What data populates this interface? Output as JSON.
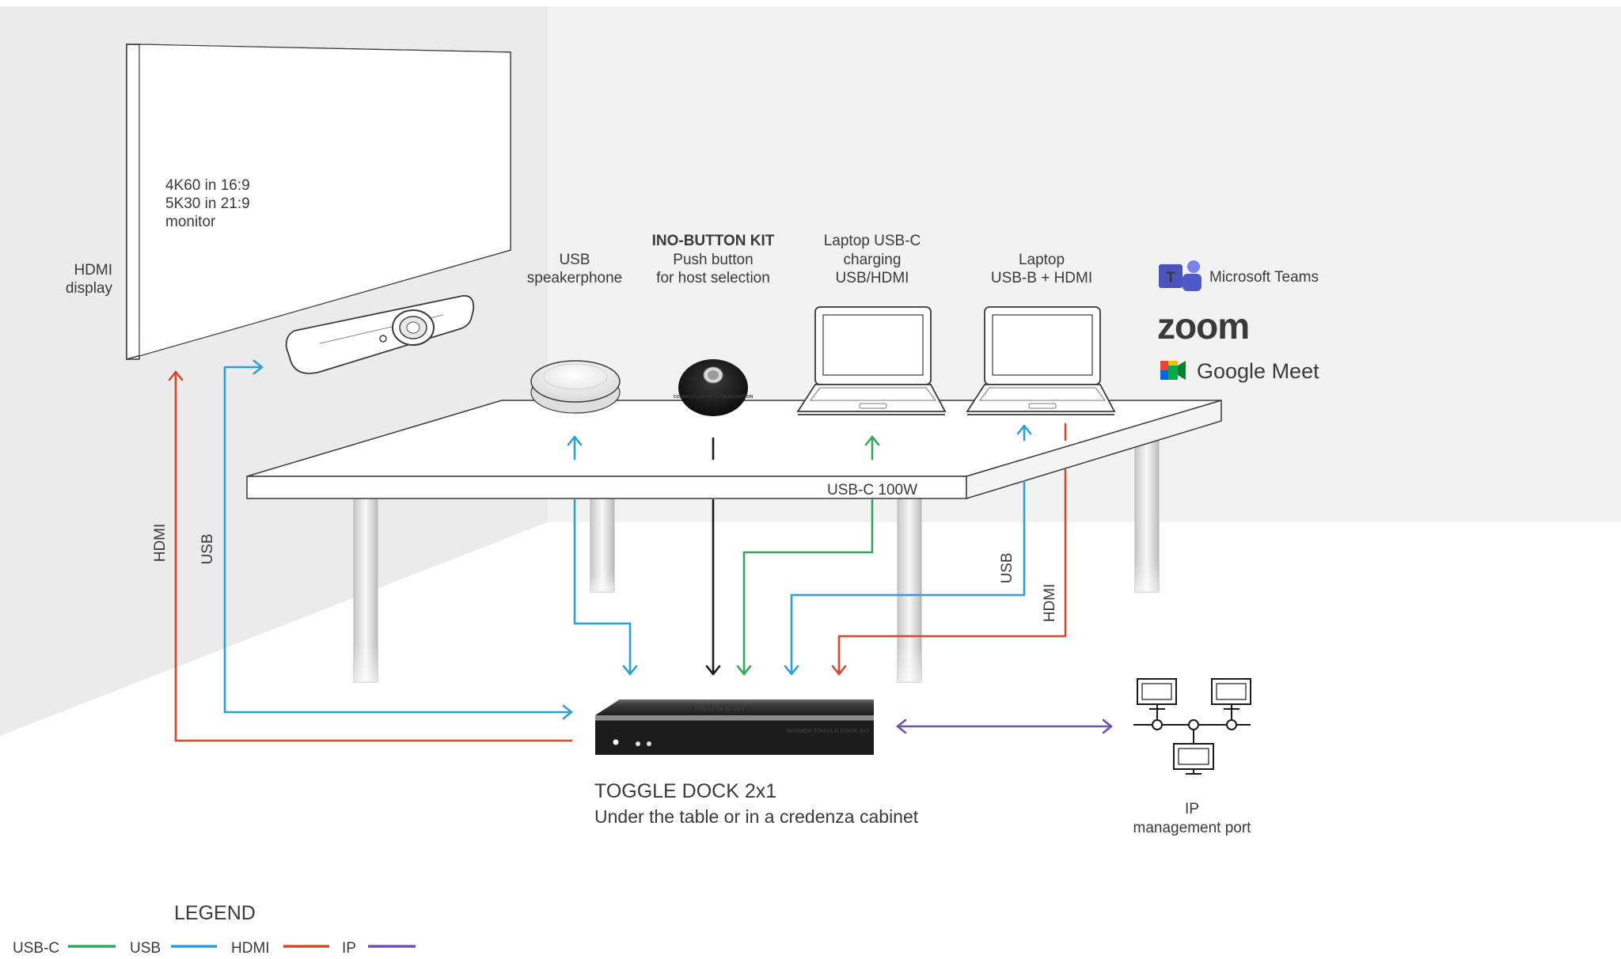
{
  "colors": {
    "usb_c": "#2fa85a",
    "usb": "#2a9fd8",
    "hdmi": "#d9482b",
    "ip": "#6a55b0",
    "black": "#1a1a1a"
  },
  "labels": {
    "monitor_line1": "4K60 in 16:9",
    "monitor_line2": "5K30 in 21:9",
    "monitor_line3": "monitor",
    "hdmi_display_line1": "HDMI",
    "hdmi_display_line2": "display",
    "speakerphone_line1": "USB",
    "speakerphone_line2": "speakerphone",
    "button_kit_title": "INO-BUTTON KIT",
    "button_kit_line2": "Push button",
    "button_kit_line3": "for host selection",
    "laptop1_line1": "Laptop USB-C",
    "laptop1_line2": "charging",
    "laptop1_line3": "USB/HDMI",
    "laptop2_line1": "Laptop",
    "laptop2_line2": "USB-B + HDMI",
    "usbc_power": "USB-C 100W",
    "vertical_hdmi_left": "HDMI",
    "vertical_usb_left": "USB",
    "vertical_usb_right": "USB",
    "vertical_hdmi_right": "HDMI",
    "dock_title": "TOGGLE DOCK 2x1",
    "dock_subtitle": "Under the table or in a credenza cabinet",
    "ip_line1": "IP",
    "ip_line2": "management port",
    "dock_brand": "INOGENI",
    "dock_model": "INOGENI  TOGGLE DOCK 2x1",
    "button_face_text": "CONNECT LAPTOP & PRESS BUTTON"
  },
  "apps": {
    "teams": "Microsoft Teams",
    "zoom": "zoom",
    "meet": "Google Meet"
  },
  "legend": {
    "title": "LEGEND",
    "items": [
      {
        "label": "USB-C",
        "color": "#2fa85a"
      },
      {
        "label": "USB",
        "color": "#2a9fd8"
      },
      {
        "label": "HDMI",
        "color": "#d9482b"
      },
      {
        "label": "IP",
        "color": "#6a55b0"
      }
    ]
  }
}
